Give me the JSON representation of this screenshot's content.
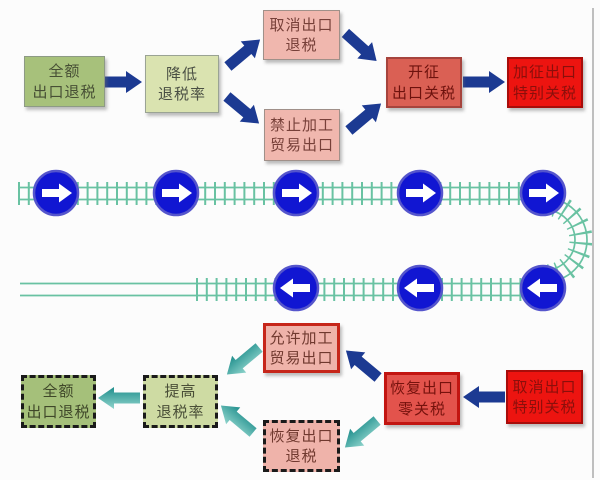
{
  "title": "Export tax policy cycle diagram (railway loop)",
  "colors": {
    "background": "#fcfcfc",
    "navy_arrow": "#1c3a92",
    "teal_arrow": "#2f9e9a",
    "rail_track": "#69c2a2",
    "sign_blue": "#1116d2",
    "sign_arrow_white": "#ffffff",
    "bright_red_box": "#ed1410",
    "salmon_red_box": "#da6054",
    "pink_box": "#efb3aa",
    "green_box": "#a7c17b",
    "light_green_box": "#dae3b0"
  },
  "flow_top": {
    "direction": "left-to-right",
    "boxes": [
      {
        "id": "full-export-rebate",
        "line1": "全额",
        "line2": "出口退税",
        "style": "green solid"
      },
      {
        "id": "lower-rebate-rate",
        "line1": "降低",
        "line2": "退税率",
        "style": "light-green solid"
      },
      {
        "id": "cancel-export-rebate",
        "line1": "取消出口",
        "line2": "退税",
        "style": "pink solid"
      },
      {
        "id": "ban-processing-trade-export",
        "line1": "禁止加工",
        "line2": "贸易出口",
        "style": "pink solid"
      },
      {
        "id": "levy-export-tariff",
        "line1": "开征",
        "line2": "出口关税",
        "style": "salmon-red solid"
      },
      {
        "id": "impose-special-export-tariff",
        "line1": "加征出口",
        "line2": "特别关税",
        "style": "bright-red solid"
      }
    ],
    "arrows": [
      {
        "from": "full-export-rebate",
        "to": "lower-rebate-rate",
        "direction": "right",
        "color": "navy"
      },
      {
        "from": "lower-rebate-rate",
        "to": "cancel-export-rebate",
        "direction": "up-right",
        "color": "navy"
      },
      {
        "from": "lower-rebate-rate",
        "to": "ban-processing-trade-export",
        "direction": "down-right",
        "color": "navy"
      },
      {
        "from": "cancel-export-rebate",
        "to": "levy-export-tariff",
        "direction": "down-right",
        "color": "navy"
      },
      {
        "from": "ban-processing-trade-export",
        "to": "levy-export-tariff",
        "direction": "up-right",
        "color": "navy"
      },
      {
        "from": "levy-export-tariff",
        "to": "impose-special-export-tariff",
        "direction": "right",
        "color": "navy"
      }
    ]
  },
  "railway": {
    "forward_track_signs": 5,
    "backward_track_signs": 3,
    "forward_sign_arrow": "right",
    "backward_sign_arrow": "left",
    "loop": "U-turn curve on right side connecting both tracks"
  },
  "flow_bottom": {
    "direction": "right-to-left",
    "boxes": [
      {
        "id": "cancel-special-export-tariff",
        "line1": "取消出口",
        "line2": "特别关税",
        "style": "bright-red solid"
      },
      {
        "id": "restore-zero-export-tariff",
        "line1": "恢复出口",
        "line2": "零关税",
        "style": "red solid"
      },
      {
        "id": "allow-processing-trade-export",
        "line1": "允许加工",
        "line2": "贸易出口",
        "style": "pink red-border solid"
      },
      {
        "id": "restore-export-rebate",
        "line1": "恢复出口",
        "line2": "退税",
        "style": "pink dashed"
      },
      {
        "id": "raise-rebate-rate",
        "line1": "提高",
        "line2": "退税率",
        "style": "light-green dashed"
      },
      {
        "id": "full-export-rebate-restored",
        "line1": "全额",
        "line2": "出口退税",
        "style": "green dashed"
      }
    ],
    "arrows": [
      {
        "from": "cancel-special-export-tariff",
        "to": "restore-zero-export-tariff",
        "direction": "left",
        "color": "navy"
      },
      {
        "from": "restore-zero-export-tariff",
        "to": "allow-processing-trade-export",
        "direction": "up-left",
        "color": "navy"
      },
      {
        "from": "restore-zero-export-tariff",
        "to": "restore-export-rebate",
        "direction": "down-left",
        "color": "teal"
      },
      {
        "from": "allow-processing-trade-export",
        "to": "raise-rebate-rate",
        "direction": "down-left",
        "color": "teal"
      },
      {
        "from": "restore-export-rebate",
        "to": "raise-rebate-rate",
        "direction": "up-left",
        "color": "teal"
      },
      {
        "from": "raise-rebate-rate",
        "to": "full-export-rebate-restored",
        "direction": "left",
        "color": "teal"
      }
    ]
  }
}
